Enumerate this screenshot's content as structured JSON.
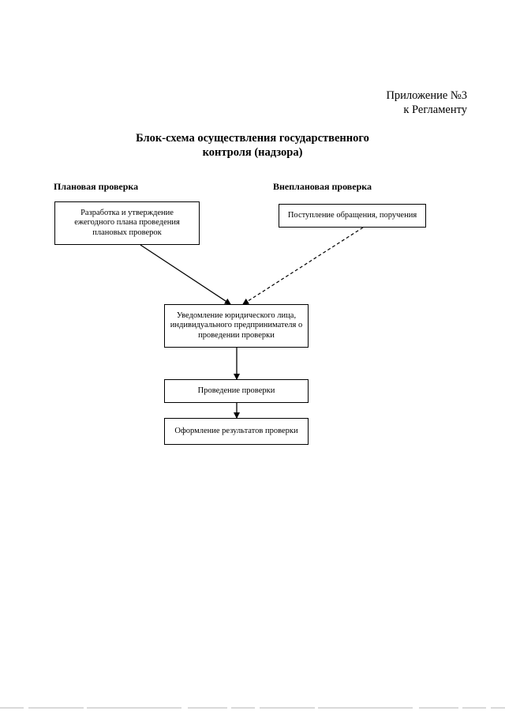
{
  "appendix": {
    "line1": "Приложение №3",
    "line2": "к Регламенту"
  },
  "title": {
    "line1": "Блок-схема осуществления  государственного",
    "line2": "контроля (надзора)"
  },
  "branches": {
    "planned_label": "Плановая проверка",
    "unplanned_label": "Внеплановая проверка"
  },
  "nodes": {
    "plan_development": "Разработка и утверждение ежегодного плана проведения плановых проверок",
    "request_receipt": "Поступление обращения, поручения",
    "notification": "Уведомление юридического лица, индивидуального предпринимателя о проведении проверки",
    "inspection": "Проведение проверки",
    "results": "Оформление результатов проверки"
  },
  "edges": [
    {
      "from": "plan_development",
      "to": "notification",
      "style": "solid"
    },
    {
      "from": "request_receipt",
      "to": "notification",
      "style": "dashed"
    },
    {
      "from": "notification",
      "to": "inspection",
      "style": "solid"
    },
    {
      "from": "inspection",
      "to": "results",
      "style": "solid"
    }
  ],
  "colors": {
    "line": "#000000",
    "background": "#ffffff"
  }
}
